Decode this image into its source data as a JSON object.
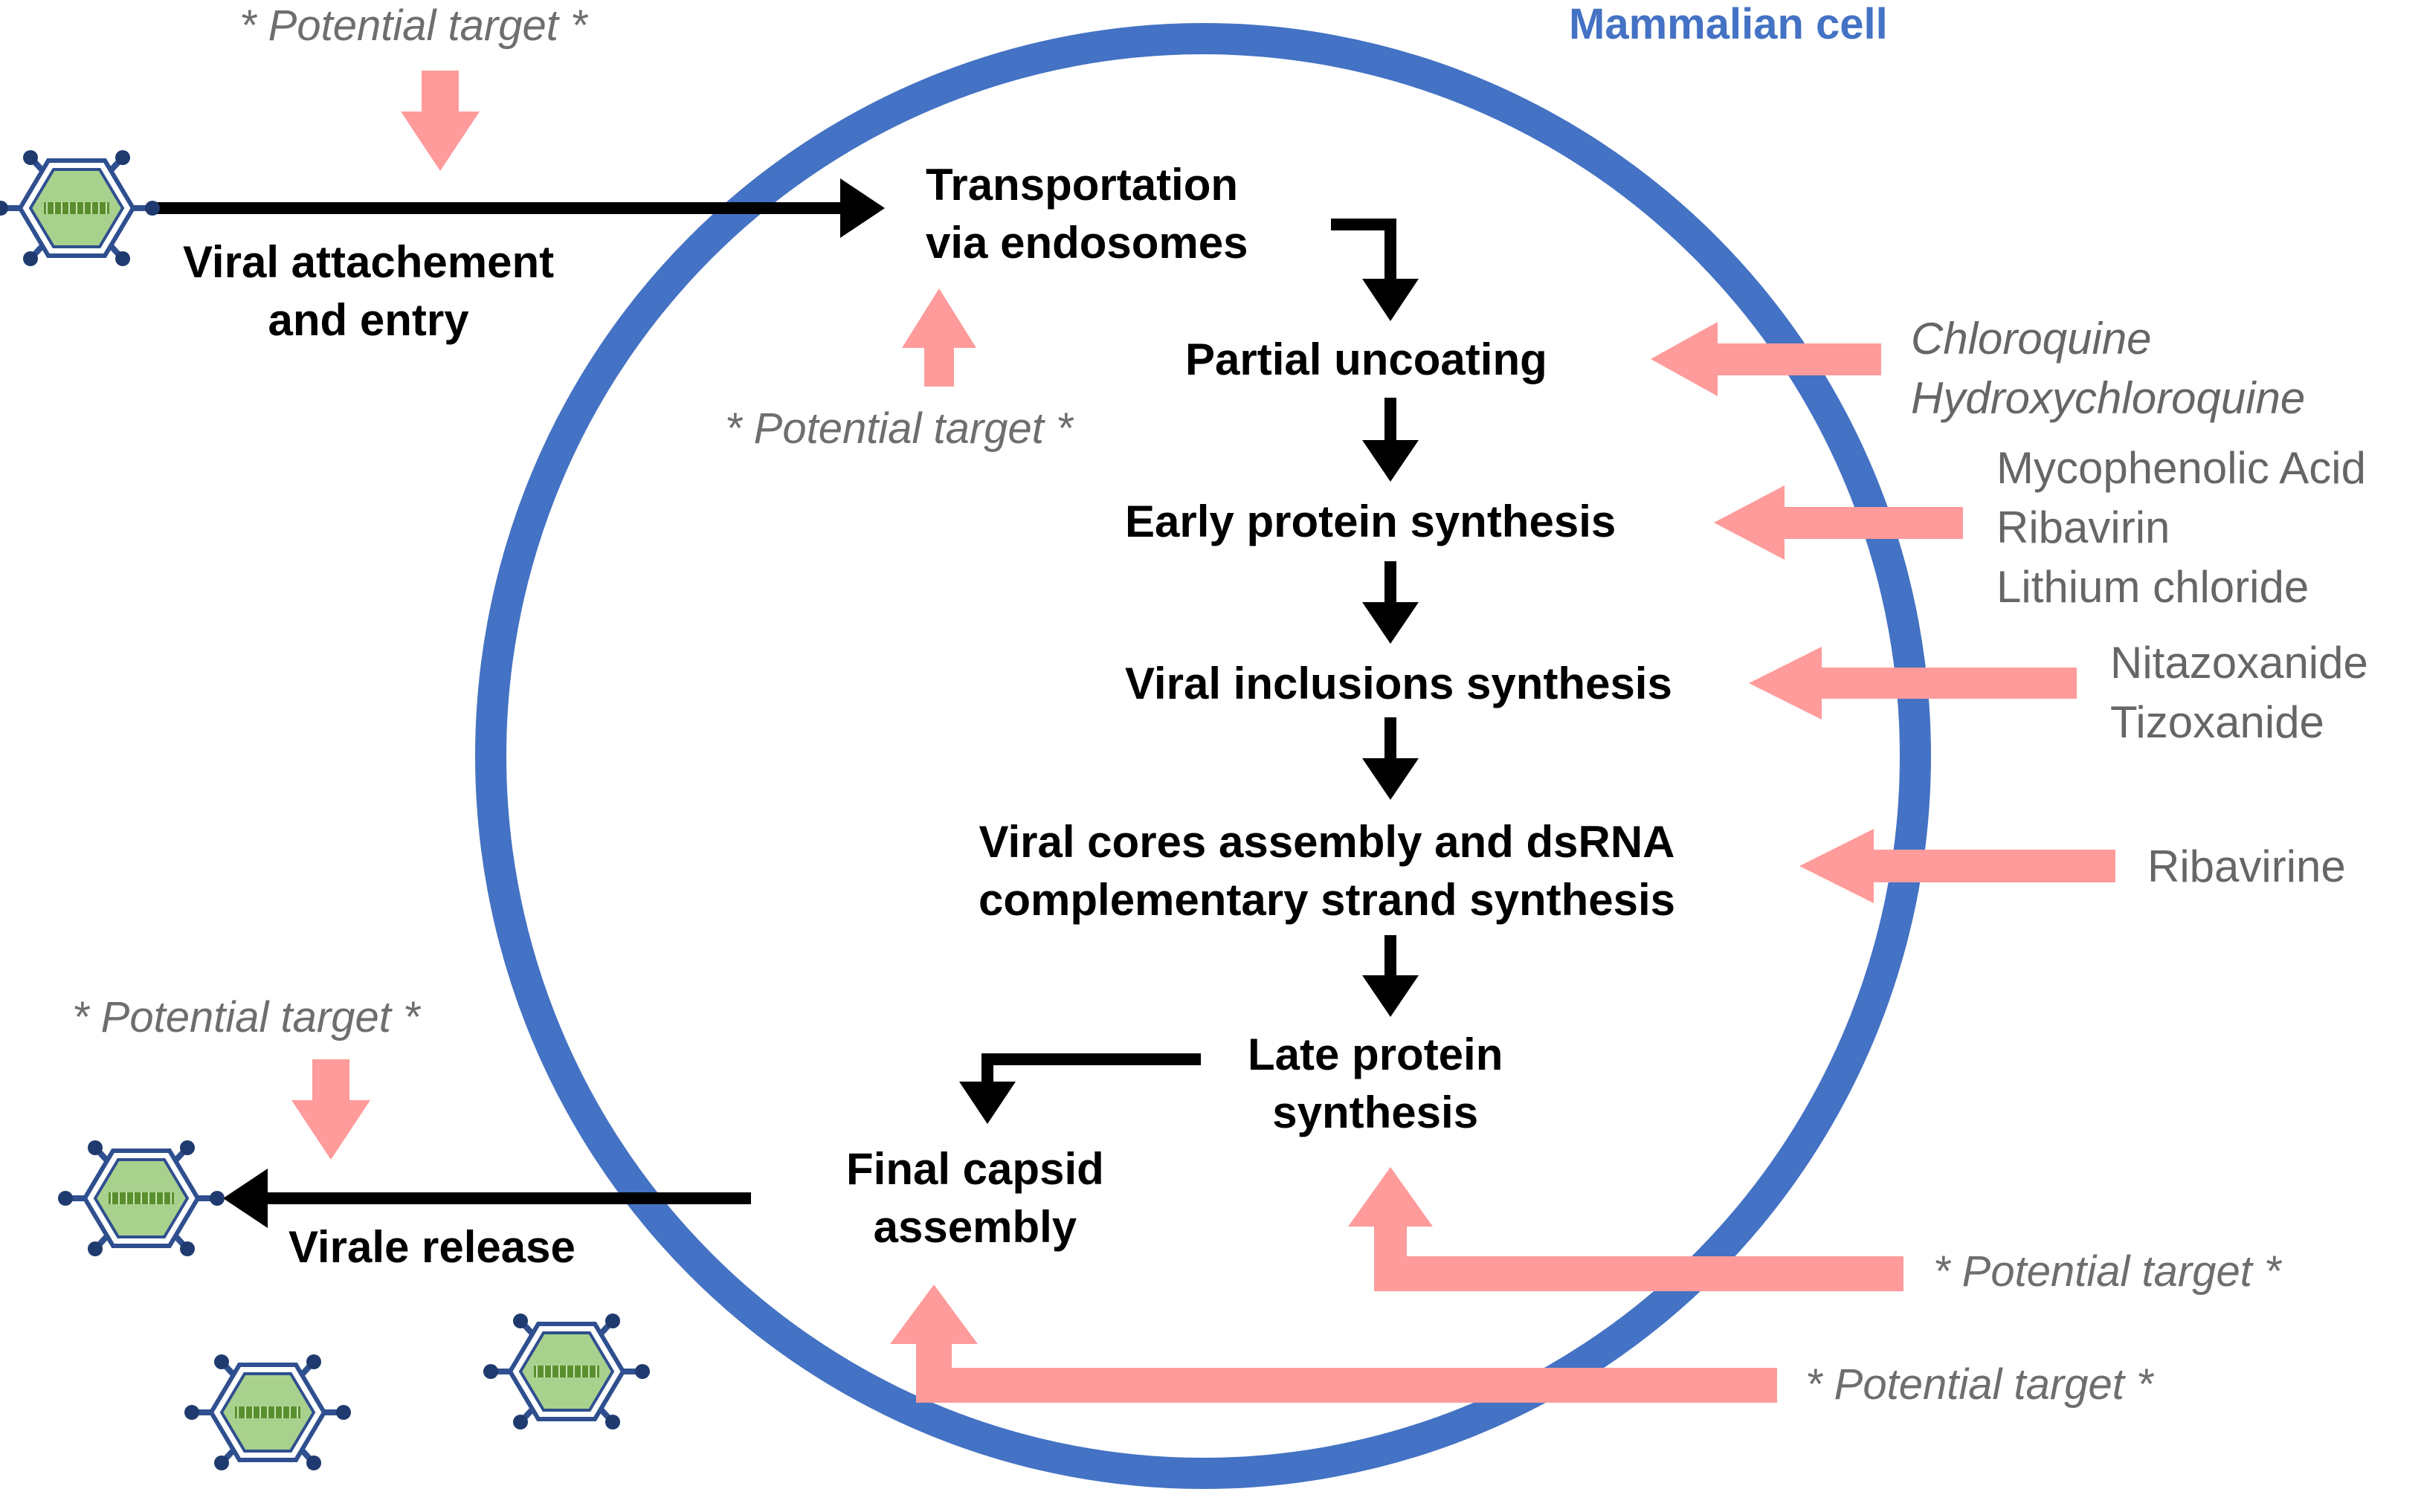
{
  "cell_title": "Mammalian cell",
  "steps": {
    "entry": [
      "Viral attachement",
      "and entry"
    ],
    "transport": [
      "Transportation",
      "via endosomes"
    ],
    "uncoating": "Partial uncoating",
    "early": "Early protein synthesis",
    "inclusions": "Viral inclusions synthesis",
    "cores": [
      "Viral cores assembly and dsRNA",
      "complementary strand synthesis"
    ],
    "late": [
      "Late protein",
      "synthesis"
    ],
    "capsid": [
      "Final capsid",
      "assembly"
    ],
    "release": "Virale release"
  },
  "drugs": {
    "uncoating": [
      "Chloroquine",
      "Hydroxychloroquine"
    ],
    "early": [
      "Mycophenolic Acid",
      "Ribavirin",
      "Lithium chloride"
    ],
    "inclusions": [
      "Nitazoxanide",
      "Tizoxanide"
    ],
    "cores": [
      "Ribavirine"
    ]
  },
  "potential_target_label": "* Potential target *",
  "colors": {
    "cell_membrane": "#4472c4",
    "flow_arrow": "#000000",
    "inhibitor_arrow": "#ff9b9b",
    "virus_fill": "#a9d18e",
    "virus_outline": "#2f4f8f",
    "virus_core": "#5a8f2f"
  },
  "icons": [
    "virus-icon",
    "virus-icon",
    "virus-icon",
    "virus-icon"
  ]
}
